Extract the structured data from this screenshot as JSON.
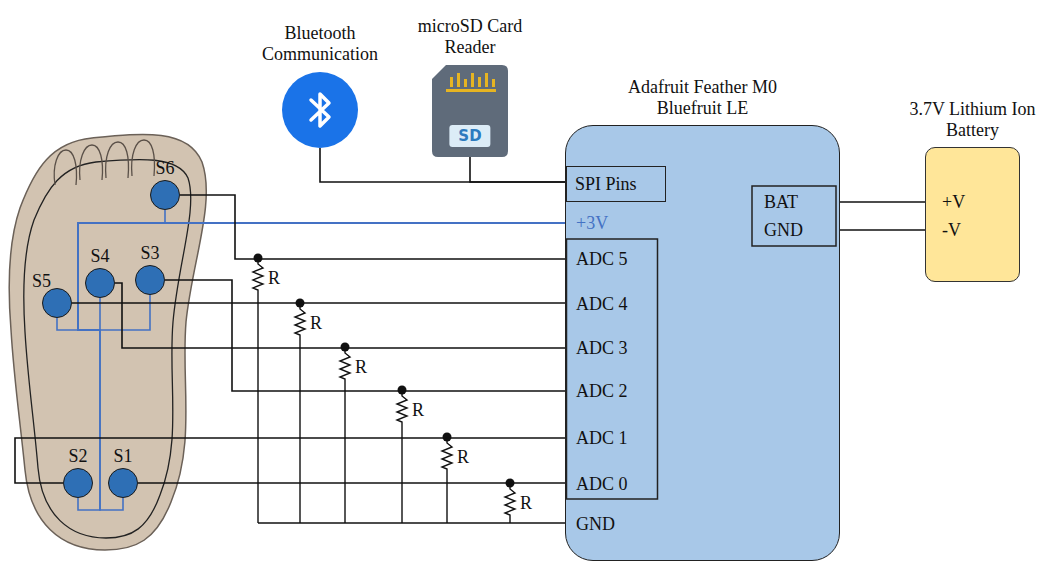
{
  "diagram": {
    "nodes": [
      {
        "text": [
          "Bluetooth Communication"
        ]
      },
      {
        "text": [
          "microSD Card Reader",
          "SD"
        ]
      },
      {
        "text": [
          "Adafruit Feather M0 Bluefruit LE"
        ]
      },
      {
        "text": [
          "SPI Pins"
        ],
        "in": 2
      },
      {
        "text": [
          "+3V"
        ],
        "in": 2
      },
      {
        "text": [
          "ADC 5"
        ],
        "in": 2
      },
      {
        "text": [
          "ADC 4"
        ],
        "in": 2
      },
      {
        "text": [
          "ADC 3"
        ],
        "in": 2
      },
      {
        "text": [
          "ADC 2"
        ],
        "in": 2
      },
      {
        "text": [
          "ADC 1"
        ],
        "in": 2
      },
      {
        "text": [
          "ADC 0"
        ],
        "in": 2
      },
      {
        "text": [
          "GND"
        ],
        "in": 2
      },
      {
        "text": [
          "BAT"
        ],
        "in": 2
      },
      {
        "text": [
          "GND"
        ],
        "in": 2
      },
      {
        "text": [
          "3.7V Lithium Ion Battery"
        ]
      },
      {
        "text": [
          "+V"
        ],
        "in": 14
      },
      {
        "text": [
          "-V"
        ],
        "in": 14
      },
      {
        "text": [
          "S6"
        ]
      },
      {
        "text": [
          "S5"
        ]
      },
      {
        "text": [
          "S4"
        ]
      },
      {
        "text": [
          "S3"
        ]
      },
      {
        "text": [
          "S2"
        ]
      },
      {
        "text": [
          "S1"
        ]
      }
    ],
    "edges": [
      {
        "from": 0,
        "to": 3,
        "arrow": "none"
      },
      {
        "from": 1,
        "to": 3,
        "arrow": "none"
      },
      {
        "from": 4,
        "to": 17,
        "arrow": "none"
      },
      {
        "from": 4,
        "to": 18,
        "arrow": "none"
      },
      {
        "from": 4,
        "to": 19,
        "arrow": "none"
      },
      {
        "from": 4,
        "to": 20,
        "arrow": "none"
      },
      {
        "from": 4,
        "to": 21,
        "arrow": "none"
      },
      {
        "from": 4,
        "to": 22,
        "arrow": "none"
      },
      {
        "from": 17,
        "to": 5,
        "arrow": "none"
      },
      {
        "from": 18,
        "to": 6,
        "arrow": "none"
      },
      {
        "from": 19,
        "to": 7,
        "arrow": "none"
      },
      {
        "from": 20,
        "to": 8,
        "arrow": "none"
      },
      {
        "from": 21,
        "to": 9,
        "arrow": "none"
      },
      {
        "from": 22,
        "to": 10,
        "arrow": "none"
      },
      {
        "from": 12,
        "to": 15,
        "arrow": "none"
      },
      {
        "from": 13,
        "to": 16,
        "arrow": "none"
      }
    ],
    "labels": [
      "R",
      "R",
      "R",
      "R",
      "R",
      "R"
    ]
  }
}
